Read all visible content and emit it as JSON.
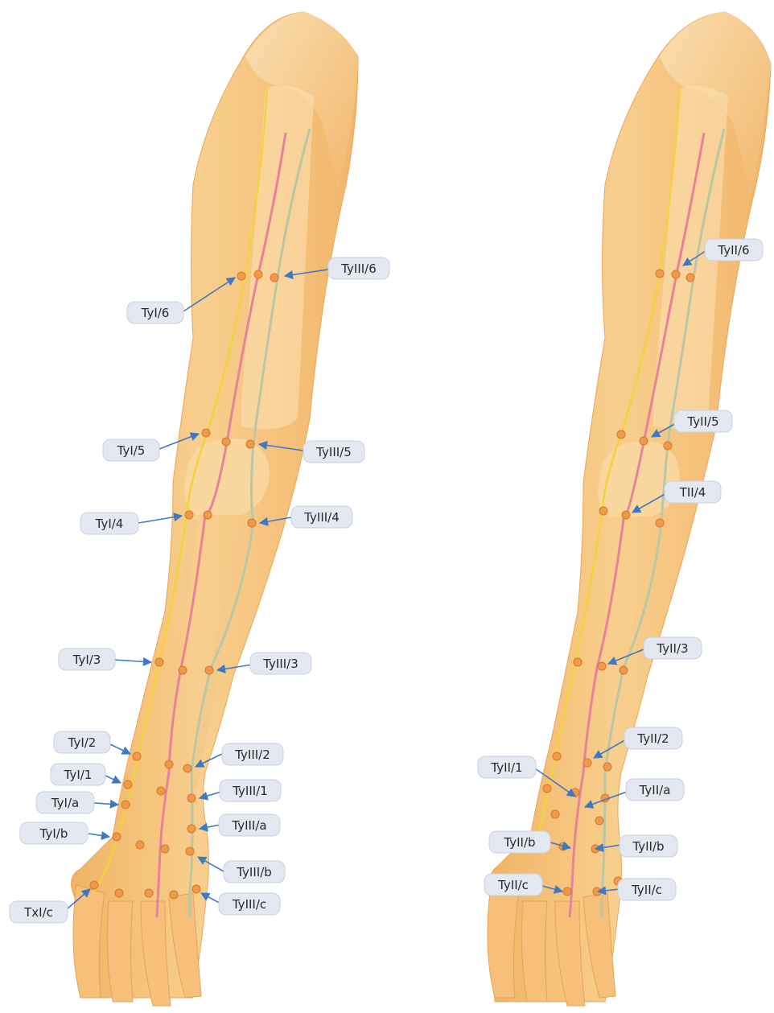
{
  "left_arm": {
    "labels": [
      "TyIII/6",
      "TyI/6",
      "TyI/5",
      "TyIII/5",
      "TyI/4",
      "TyIII/4",
      "TyI/3",
      "TyIII/3",
      "TyI/2",
      "TyIII/2",
      "TyI/1",
      "TyIII/1",
      "TyI/a",
      "TyIII/a",
      "TyI/b",
      "TyIII/b",
      "TxI/c",
      "TyIII/c"
    ]
  },
  "right_arm": {
    "labels": [
      "TyII/6",
      "TyII/5",
      "TII/4",
      "TyII/3",
      "TyII/2",
      "TyII/1",
      "TyII/a",
      "TyII/b",
      "TyII/b",
      "TyII/c",
      "TyII/c"
    ]
  },
  "colors": {
    "skin": "#f6c07a",
    "skin_light": "#fbe2b6",
    "bone": "#f9dca8",
    "meridian_yellow": "#f3d23a",
    "meridian_pink": "#e8829a",
    "meridian_gray": "#b9c7a6",
    "point": "#ef9a4a",
    "arrow": "#3f78c4",
    "label_bg": "#e3e8f1"
  }
}
